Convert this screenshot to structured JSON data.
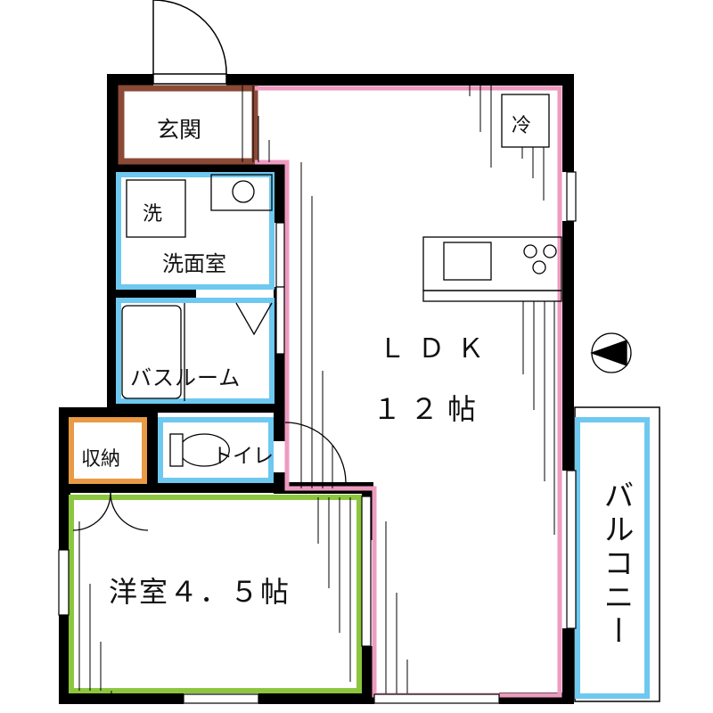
{
  "floor_plan": {
    "rooms": [
      {
        "id": "genkan",
        "label": "玄関",
        "meaning": "entrance",
        "border_color": "#8B4A36"
      },
      {
        "id": "senmenshitsu",
        "label": "洗面室",
        "meaning": "washroom",
        "border_color": "#6EC8F0"
      },
      {
        "id": "bathroom",
        "label": "バスルーム",
        "meaning": "bathroom",
        "border_color": "#6EC8F0"
      },
      {
        "id": "toilet",
        "label": "トイレ",
        "meaning": "toilet",
        "border_color": "#6EC8F0"
      },
      {
        "id": "shuno",
        "label": "収納",
        "meaning": "storage",
        "border_color": "#E89A45"
      },
      {
        "id": "ldk",
        "label": "ＬＤＫ",
        "size": "１２帖",
        "border_color": "#EE9BC0"
      },
      {
        "id": "yoshitsu",
        "label": "洋室４．５帖",
        "meaning": "western room 4.5 tatami",
        "border_color": "#8CC63F"
      },
      {
        "id": "balcony",
        "label": "バルコニー",
        "meaning": "balcony",
        "border_color": "#6EC8F0"
      }
    ],
    "fixtures": {
      "washer": "洗",
      "fridge": "冷",
      "stove_burners": 3
    },
    "compass": {
      "direction": "west",
      "icon": "north-arrow-icon"
    },
    "wall_color": "#000000"
  }
}
